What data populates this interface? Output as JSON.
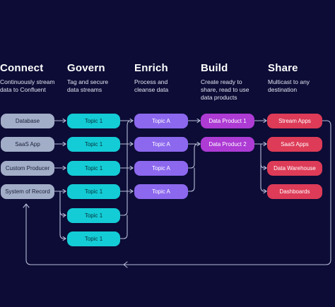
{
  "columns": [
    {
      "title": "Connect",
      "desc": "Continuously stream data to Confluent"
    },
    {
      "title": "Govern",
      "desc": "Tag and secure data streams"
    },
    {
      "title": "Enrich",
      "desc": "Process and cleanse data"
    },
    {
      "title": "Build",
      "desc": "Create ready to share, read to use data products"
    },
    {
      "title": "Share",
      "desc": "Multicast to any destination"
    }
  ],
  "sources": [
    "Database",
    "SaaS App",
    "Custom Producer",
    "System of Record"
  ],
  "govern_topics": [
    "Topic 1",
    "Topic 1",
    "Topic 1",
    "Topic 1",
    "Topic 1",
    "Topic 1"
  ],
  "enrich_topics": [
    "Topic A",
    "Topic A",
    "Topic A",
    "Topic A"
  ],
  "products": [
    "Data Product 1",
    "Data Product 2"
  ],
  "destinations": [
    "Stream Apps",
    "SaaS Apps",
    "Data Warehouse",
    "Dashboards"
  ],
  "colors": {
    "background": "#0c0c36",
    "connector": "#b9bdd8",
    "source": "#a2aec7",
    "govern": "#14ccd6",
    "enrich": "#8c68ee",
    "build": "#ad3bd4",
    "share": "#dd3b57"
  }
}
